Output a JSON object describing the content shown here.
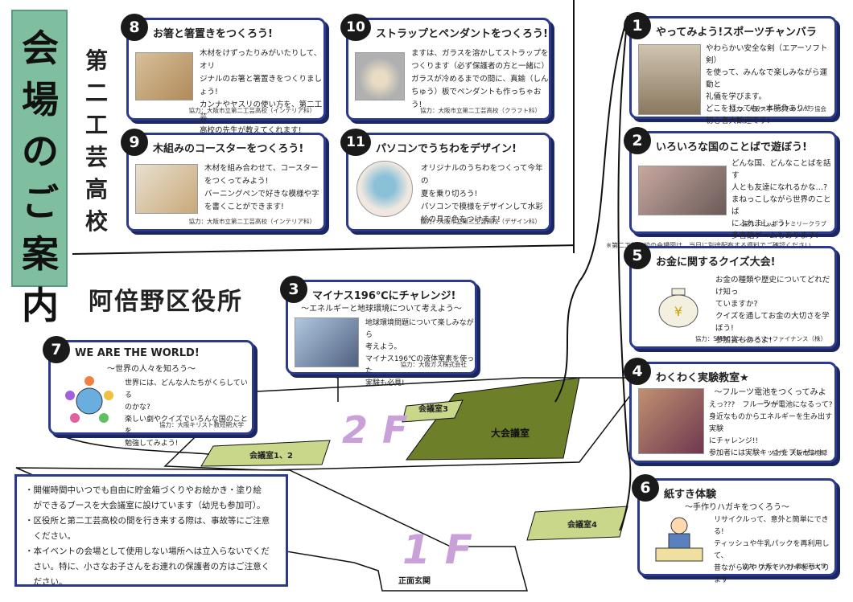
{
  "page_title": "会場のご案内",
  "school_name": "第二工芸高校",
  "ward_office": "阿倍野区役所",
  "school_note": "※第二工芸高校の会場図は、当日に別途配布する資料でご確認ください。",
  "floors": {
    "f2": "2F",
    "f1": "1F"
  },
  "rooms": {
    "room3": "会議室3",
    "room12": "会議室1、2",
    "main_hall": "大会議室",
    "room4": "会議室4",
    "entrance": "正面玄関"
  },
  "booths": [
    {
      "no": "8",
      "title": "お箸と箸置きをつくろう!",
      "body": [
        "木材をけずったりみがいたりして、オリ",
        "ジナルのお箸と箸置きをつくりましょう!",
        "カンナやヤスリの使い方を、第二工芸",
        "高校の先生が教えてくれます!"
      ],
      "credit": "協力：大阪市立第二工芸高校（インテリア科）"
    },
    {
      "no": "10",
      "title": "ストラップとペンダントをつくろう!",
      "body": [
        "ますは、ガラスを溶かしてストラップを",
        "つくります（必ず保護者の方と一緒に）",
        "ガラスが冷めるまでの間に、真鍮（しん",
        "ちゅう）板でペンダントも作っちゃおう!"
      ],
      "credit": "協力：大阪市立第二工芸高校（クラフト科）"
    },
    {
      "no": "9",
      "title": "木組みのコースターをつくろう!",
      "body": [
        "木材を組み合わせて、コースター",
        "をつくってみよう!",
        "バーニングペンで好きな模様や字",
        "を書くことができます!"
      ],
      "credit": "協力：大阪市立第二工芸高校（インテリア科）"
    },
    {
      "no": "11",
      "title": "パソコンでうちわをデザイン!",
      "body": [
        "オリジナルのうちわをつくって今年の",
        "夏を乗り切ろう!",
        "パソコンで模様をデザインして水彩",
        "絵の具で色をつけます!"
      ],
      "credit": "協力：大阪市立第二工芸高校（デザイン科）"
    },
    {
      "no": "1",
      "title": "やってみよう!スポーツチャンバラ",
      "body": [
        "やわらかい安全な剣（エアーソフト剣）",
        "を使って、みんなで楽しみながら運動と",
        "礼儀を学びます。",
        "どこを打っても一本勝負あり!!",
        "初心者大歓迎です!"
      ],
      "credit": "協力：大阪スポーツチャンバラ協会"
    },
    {
      "no": "2",
      "title": "いろいろな国のことばで遊ぼう!",
      "body": [
        "どんな国、どんなことばを話す",
        "人とも友達になれるかな…?",
        "まねっこしながら世界のことば",
        "にふれましょう!",
        "多言語ゲームもあります!"
      ],
      "credit": "協力：ヒッポファミリークラブ"
    },
    {
      "no": "5",
      "title": "お金に関するクイズ大会!",
      "body": [
        "お金の種類や歴史についてどれだけ知っ",
        "ていますか?",
        "クイズを通してお金の大切さを学ぼう!",
        "参加賞もあるよ!"
      ],
      "credit": "協力：SMBCコンシューマーファイナンス（株）"
    },
    {
      "no": "4",
      "title": "わくわく実験教室★",
      "sub": "～フルーツ電池をつくってみよう～",
      "body": [
        "えっ???　フルーツが電池になるって?",
        "身近なものからエネルギーを生み出す実験",
        "にチャレンジ!!",
        "参加者には実験キットをプレゼント!"
      ],
      "credit": "協力：大阪市環境局"
    },
    {
      "no": "6",
      "title": "紙すき体験",
      "sub": "～手作りハガキをつくろう～",
      "body": [
        "リサイクルって、意外と簡単にできる!",
        "ティッシュや牛乳パックを再利用して、",
        "昔ながらのやり方でハガキをつくります"
      ],
      "credit": "協力：大阪キリスト教短期大学"
    },
    {
      "no": "3",
      "title": "マイナス196℃にチャレンジ!",
      "sub": "～エネルギーと地球環境について考えよう～",
      "body": [
        "地球環境問題について楽しみながら",
        "考えよう。",
        "マイナス196℃の液体窒素を使った",
        "実験も必見!"
      ],
      "credit": "協力：大阪ガス株式会社"
    },
    {
      "no": "7",
      "title": "WE ARE THE WORLD!",
      "sub": "～世界の人々を知ろう～",
      "body": [
        "世界には、どんな人たちがくらしている",
        "のかな?",
        "楽しい劇やクイズでいろんな国のことを",
        "勉強してみよう!"
      ],
      "credit": "協力：大阪キリスト教短期大学"
    }
  ],
  "notices": [
    "・開催時間中いつでも自由に貯金箱づくりやお絵かき・塗り絵",
    "　ができるブースを大会議室に設けています（幼児も参加可）。",
    "・区役所と第二工芸高校の間を行き来する際は、事故等にご注意",
    "　ください。",
    "・本イベントの会場として使用しない場所へは立入らないでくだ",
    "　さい。特に、小さなお子さんをお連れの保護者の方はご注意く",
    "　ださい。"
  ],
  "colors": {
    "accent": "#2b3a8c",
    "title_bg": "#7fbfa0",
    "room_green": "#6e7f2a",
    "room_light": "#c9d78a",
    "floor_label": "#c9a0d8"
  }
}
